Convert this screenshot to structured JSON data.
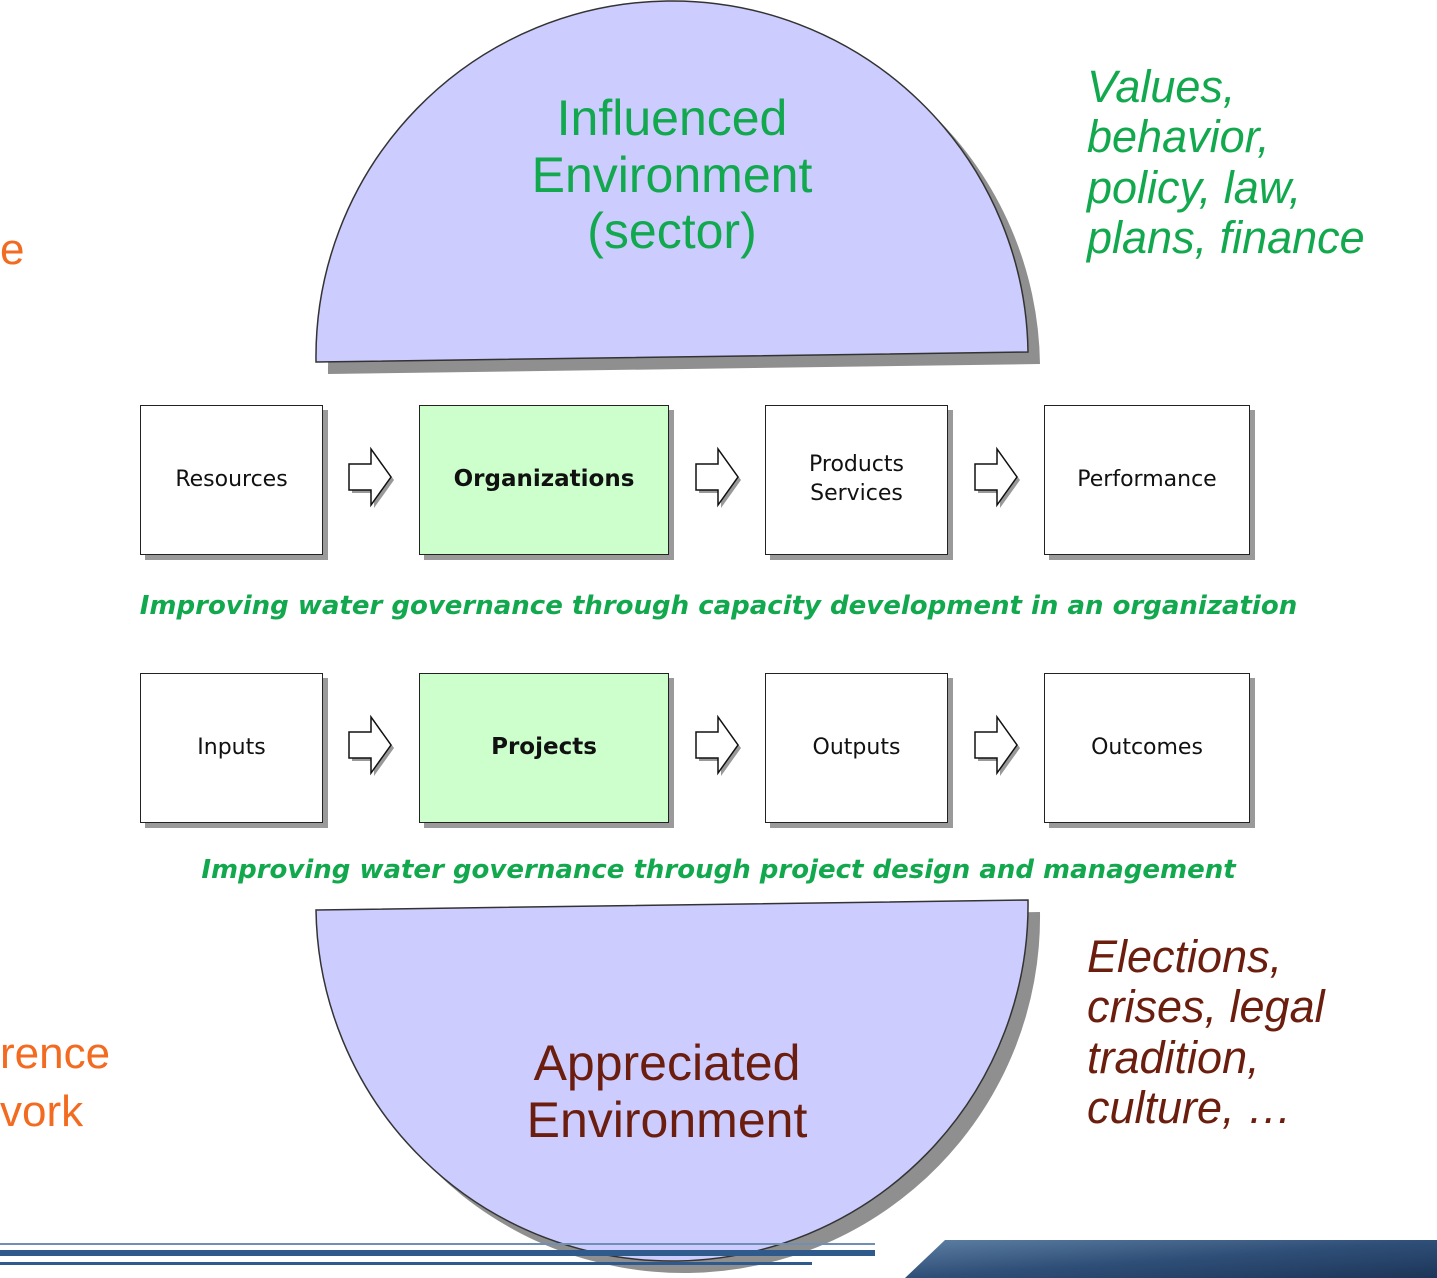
{
  "colors": {
    "semicircle_fill": "#ccccff",
    "highlight_fill": "#ccffcc",
    "green_text": "#12a84e",
    "brown_text": "#6b1d0e",
    "orange_text": "#f26b21",
    "footer_blue": "#2e5a8c"
  },
  "left_fragments": {
    "top": "e",
    "bottom_line1": "rence",
    "bottom_line2": "vork"
  },
  "influenced": {
    "line1": "Influenced",
    "line2": "Environment",
    "line3": "(sector)"
  },
  "influenced_note": {
    "line1": "Values,",
    "line2": "behavior,",
    "line3": "policy, law,",
    "line4": "plans, finance"
  },
  "row_organization": {
    "boxes": [
      {
        "label": "Resources"
      },
      {
        "label": "Organizations"
      },
      {
        "line1": "Products",
        "line2": "Services"
      },
      {
        "label": "Performance"
      }
    ],
    "caption": "Improving water governance through capacity development in an organization"
  },
  "row_project": {
    "boxes": [
      {
        "label": "Inputs"
      },
      {
        "label": "Projects"
      },
      {
        "label": "Outputs"
      },
      {
        "label": "Outcomes"
      }
    ],
    "caption": "Improving water governance through project design and management"
  },
  "appreciated": {
    "line1": "Appreciated",
    "line2": "Environment"
  },
  "appreciated_note": {
    "line1": "Elections,",
    "line2": "crises, legal",
    "line3": "tradition,",
    "line4": "culture, …"
  }
}
